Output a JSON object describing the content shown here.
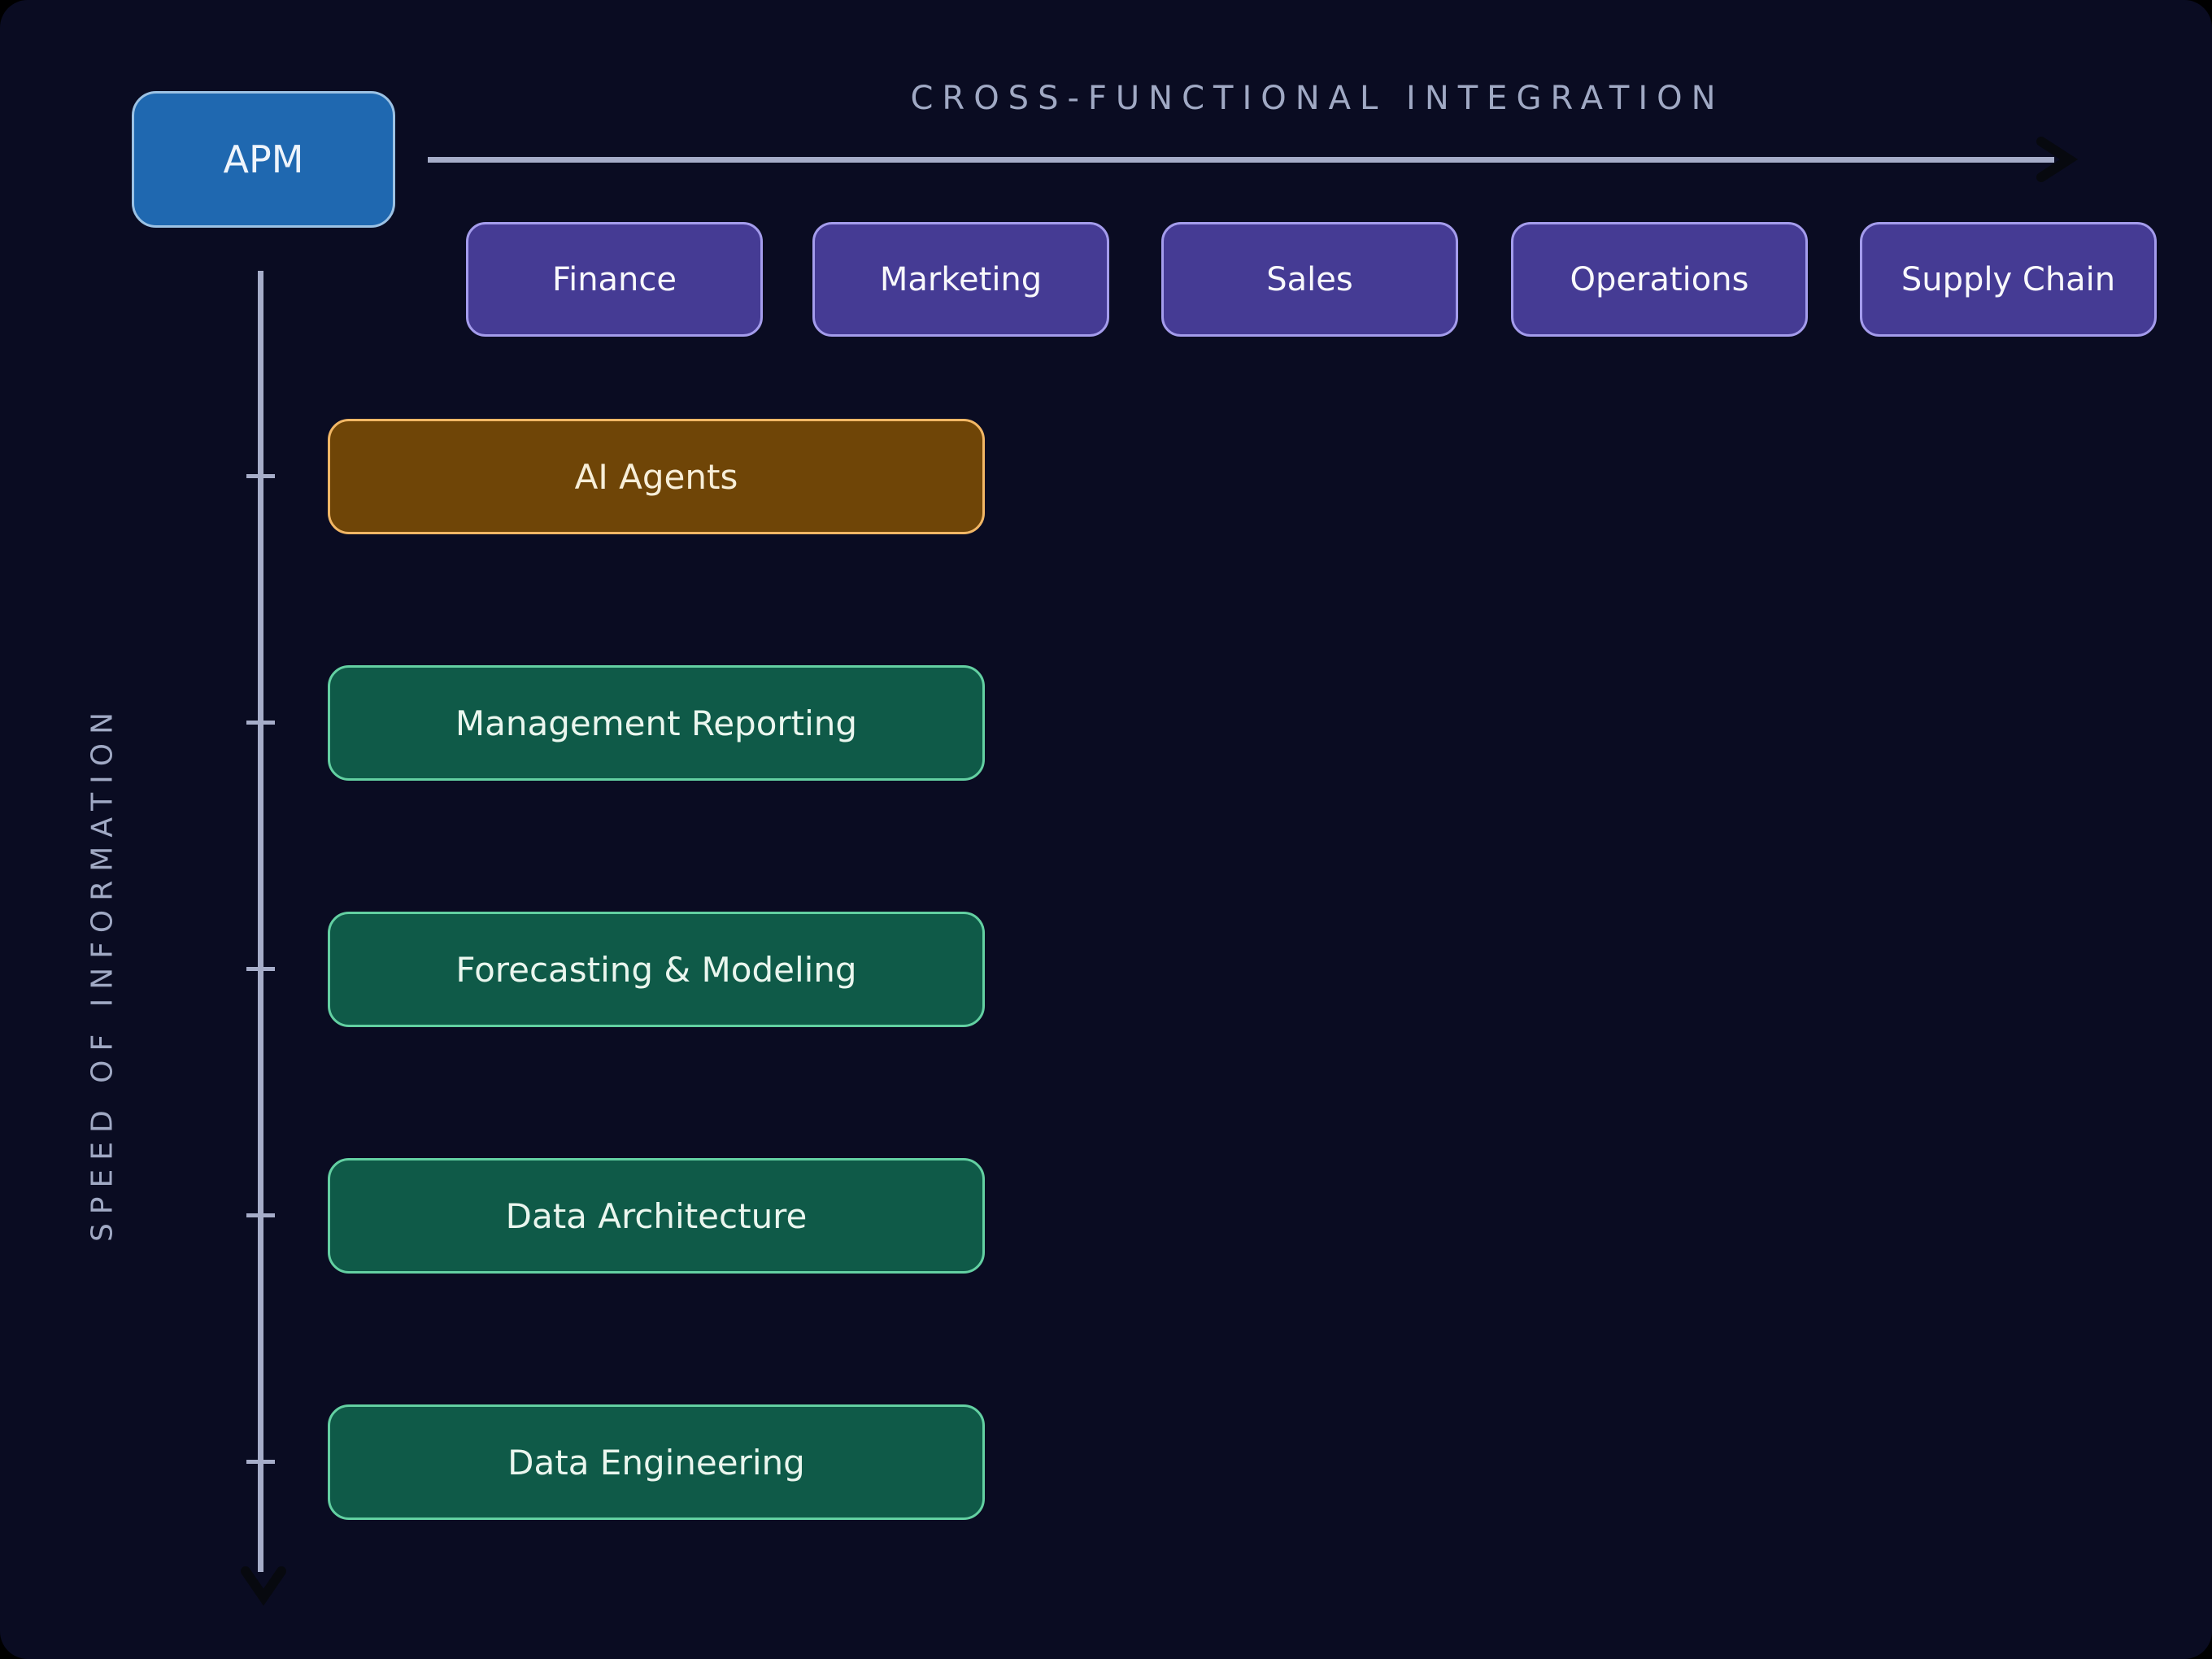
{
  "root": {
    "label": "APM"
  },
  "axes": {
    "x": {
      "label": "CROSS-FUNCTIONAL INTEGRATION",
      "direction": "right"
    },
    "y": {
      "label": "SPEED OF INFORMATION",
      "direction": "down",
      "tick_count": 5
    }
  },
  "functions": [
    "Finance",
    "Marketing",
    "Sales",
    "Operations",
    "Supply Chain"
  ],
  "capabilities": [
    {
      "label": "AI Agents",
      "category": "ai"
    },
    {
      "label": "Management Reporting",
      "category": "core"
    },
    {
      "label": "Forecasting & Modeling",
      "category": "core"
    },
    {
      "label": "Data Architecture",
      "category": "core"
    },
    {
      "label": "Data Engineering",
      "category": "core"
    }
  ],
  "colors": {
    "canvas-bg": "#0a0c22",
    "apm-fill": "#1f68b0",
    "apm-border": "#9cc2e4",
    "function-fill": "#453b94",
    "function-border": "#a49cec",
    "ai-fill": "#6f4507",
    "ai-border": "#f2b765",
    "core-fill": "#0f5a48",
    "core-border": "#63d0a2",
    "axis-line": "#a6adc9",
    "axis-text": "#a0a9c4",
    "arrowhead": "#07090f"
  }
}
